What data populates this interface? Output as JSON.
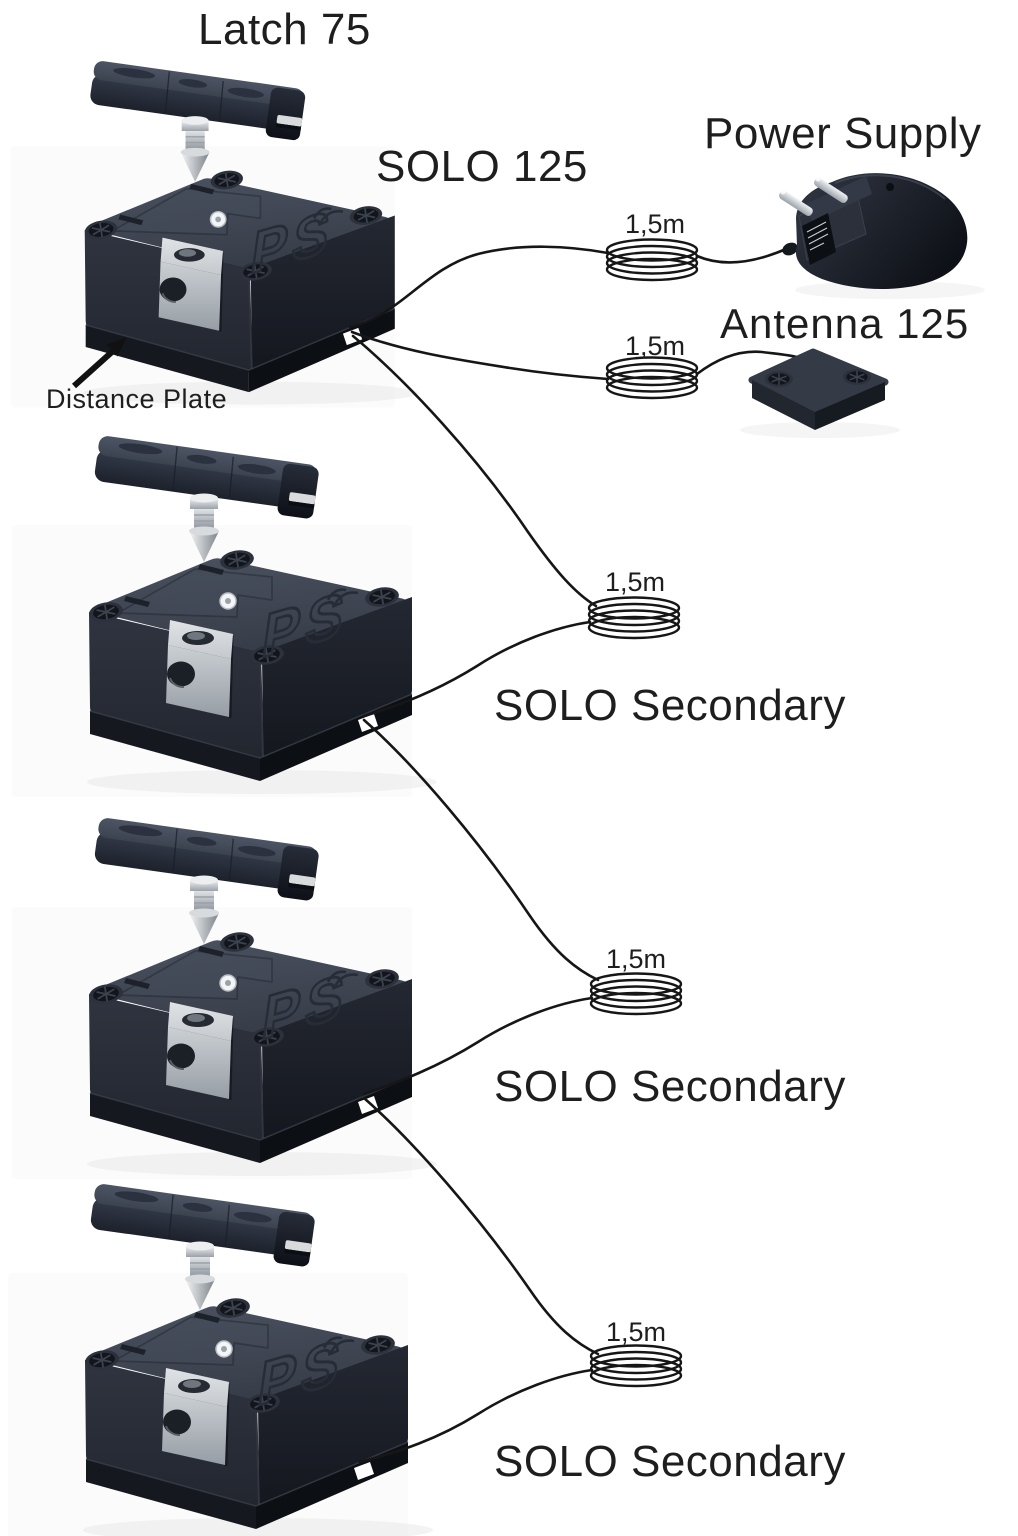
{
  "diagram": {
    "product_logo": "PS",
    "main_unit": {
      "latch_label": "Latch 75",
      "name_label": "SOLO 125",
      "distance_plate_label": "Distance Plate"
    },
    "power_supply": {
      "label": "Power Supply",
      "cable_length": "1,5m"
    },
    "antenna": {
      "label": "Antenna 125",
      "cable_length": "1,5m"
    },
    "secondary_units": [
      {
        "name_label": "SOLO Secondary",
        "cable_length": "1,5m"
      },
      {
        "name_label": "SOLO Secondary",
        "cable_length": "1,5m"
      },
      {
        "name_label": "SOLO Secondary",
        "cable_length": "1,5m"
      }
    ],
    "colors": {
      "cable": "#161616",
      "text": "#1e1e1e",
      "lock_body_top": "#3f4551",
      "metal": "#c9cdd1",
      "background": "#ffffff"
    }
  }
}
